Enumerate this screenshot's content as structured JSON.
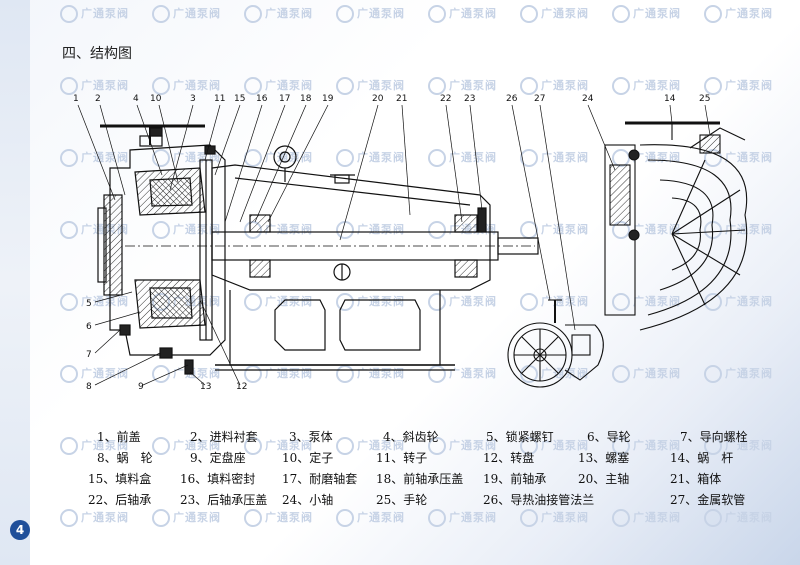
{
  "section_title": "四、结构图",
  "page_number": "4",
  "watermark_text": "广通泵阀",
  "callouts": [
    "1",
    "2",
    "4",
    "10",
    "3",
    "11",
    "15",
    "16",
    "17",
    "18",
    "19",
    "20",
    "21",
    "22",
    "23",
    "26",
    "27",
    "24",
    "14",
    "25",
    "5",
    "6",
    "7",
    "8",
    "9",
    "13",
    "12"
  ],
  "legend": [
    [
      "1、前盖",
      "2、进料衬套",
      "3、泵体",
      "4、斜齿轮",
      "5、锁紧螺钉",
      "6、导轮",
      "7、导向螺栓"
    ],
    [
      "8、蜗　轮",
      "9、定盘座",
      "10、定子",
      "11、转子",
      "12、转盘",
      "13、螺塞",
      "14、蜗　杆"
    ],
    [
      "15、填料盒",
      "16、填料密封",
      "17、耐磨轴套",
      "18、前轴承压盖",
      "19、前轴承",
      "20、主轴",
      "21、箱体"
    ],
    [
      "22、后轴承",
      "23、后轴承压盖",
      "24、小轴",
      "25、手轮",
      "26、导热油接管法兰",
      "27、金属软管"
    ]
  ]
}
